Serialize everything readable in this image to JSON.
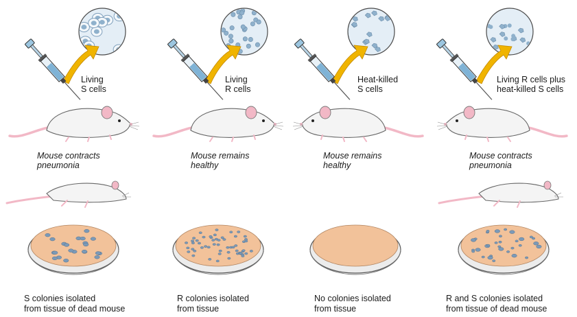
{
  "panels": [
    {
      "injected": "Living\nS cells",
      "outcome": "Mouse contracts\npneumonia",
      "result": "S colonies isolated\nfrom tissue of dead mouse",
      "cell_type": "S",
      "mouse_alive": false,
      "colonies": "S"
    },
    {
      "injected": "Living\nR cells",
      "outcome": "Mouse remains\nhealthy",
      "result": "R colonies isolated\nfrom tissue",
      "cell_type": "R",
      "mouse_alive": true,
      "colonies": "R"
    },
    {
      "injected": "Heat-killed\nS cells",
      "outcome": "Mouse remains\nhealthy",
      "result": "No colonies isolated\nfrom tissue",
      "cell_type": "killed",
      "mouse_alive": true,
      "colonies": "none"
    },
    {
      "injected": "Living R cells plus\nheat-killed S cells",
      "outcome": "Mouse contracts\npneumonia",
      "result": "R and S colonies isolated\nfrom tissue of dead mouse",
      "cell_type": "mixed",
      "mouse_alive": false,
      "colonies": "RS"
    }
  ],
  "colors": {
    "syringe_fluid": "#7fb3d6",
    "arrow": "#f0b400",
    "circle_bg": "#e4eef6",
    "cell": "#8fb1cc",
    "mouse_body": "#f4f4f4",
    "ear_tail": "#f2b8c6",
    "agar": "#f2c29a",
    "colony": "#7b9ab8"
  }
}
